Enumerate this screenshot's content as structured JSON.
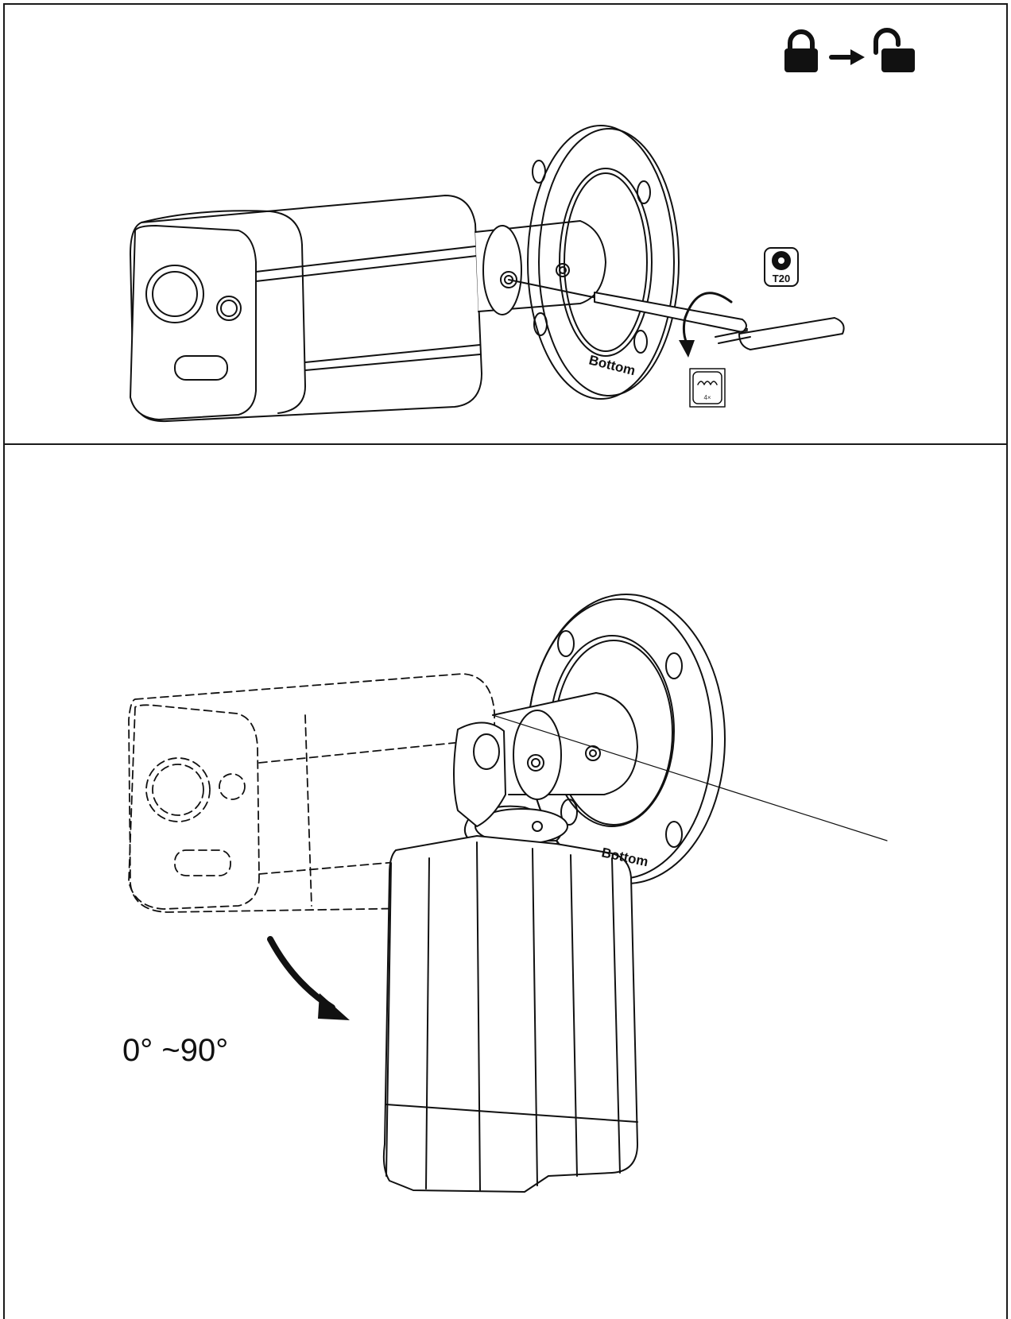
{
  "figure": {
    "top_panel": {
      "lock_sequence": [
        "locked-padlock-icon",
        "arrow-right-icon",
        "unlocked-padlock-icon"
      ],
      "tool_badge_label": "T20",
      "screw_badge_label": "4×",
      "mount_label": "Bottom"
    },
    "bottom_panel": {
      "mount_label": "Bottom",
      "angle_label": "0° ~90°"
    }
  }
}
